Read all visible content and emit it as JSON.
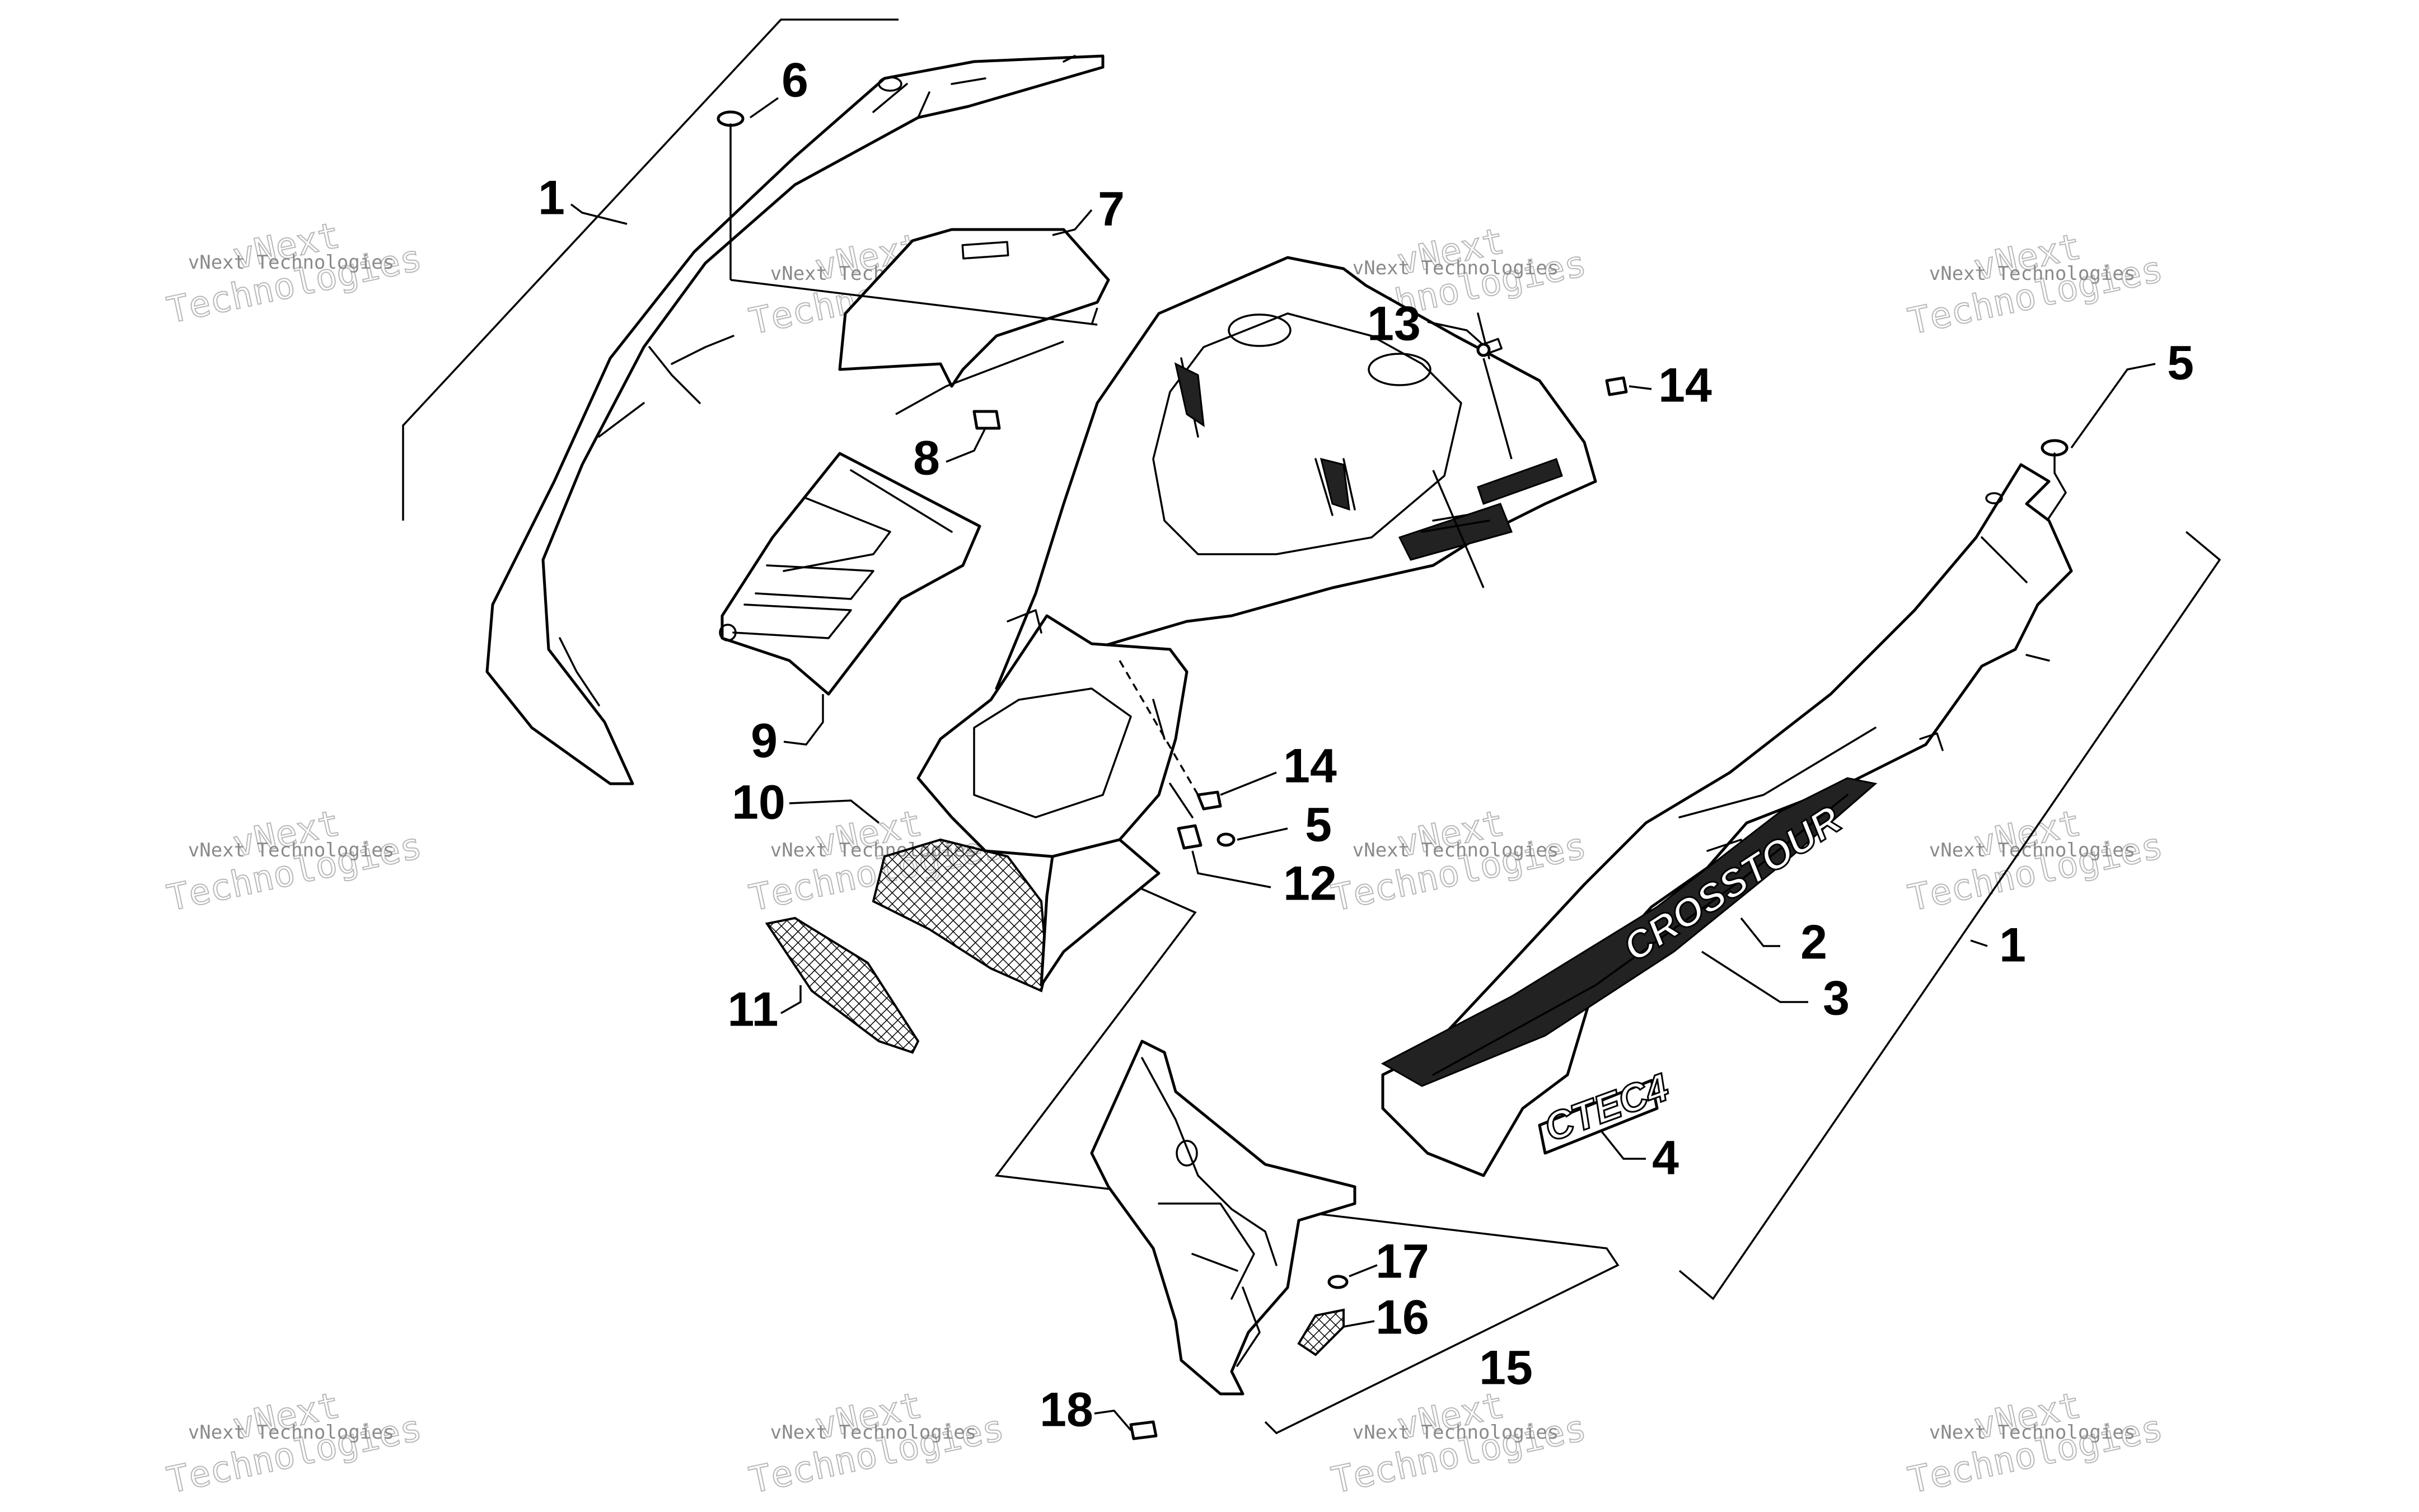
{
  "diagram": {
    "callouts": [
      {
        "id": "c1-left",
        "label": "1"
      },
      {
        "id": "c6",
        "label": "6"
      },
      {
        "id": "c7",
        "label": "7"
      },
      {
        "id": "c8",
        "label": "8"
      },
      {
        "id": "c9",
        "label": "9"
      },
      {
        "id": "c10",
        "label": "10"
      },
      {
        "id": "c11",
        "label": "11"
      },
      {
        "id": "c13",
        "label": "13"
      },
      {
        "id": "c14-top",
        "label": "14"
      },
      {
        "id": "c14-mid",
        "label": "14"
      },
      {
        "id": "c5-mid",
        "label": "5"
      },
      {
        "id": "c12",
        "label": "12"
      },
      {
        "id": "c5-right",
        "label": "5"
      },
      {
        "id": "c2",
        "label": "2"
      },
      {
        "id": "c3",
        "label": "3"
      },
      {
        "id": "c1-right",
        "label": "1"
      },
      {
        "id": "c4",
        "label": "4"
      },
      {
        "id": "c17",
        "label": "17"
      },
      {
        "id": "c16",
        "label": "16"
      },
      {
        "id": "c15",
        "label": "15"
      },
      {
        "id": "c18",
        "label": "18"
      }
    ],
    "decals": {
      "model_name": "CROSSTOUR",
      "engine_badge": "CTEC4"
    },
    "watermark": {
      "small": "vNext Technologies",
      "big_line1": "vNext",
      "big_line2": "Technologies"
    }
  }
}
